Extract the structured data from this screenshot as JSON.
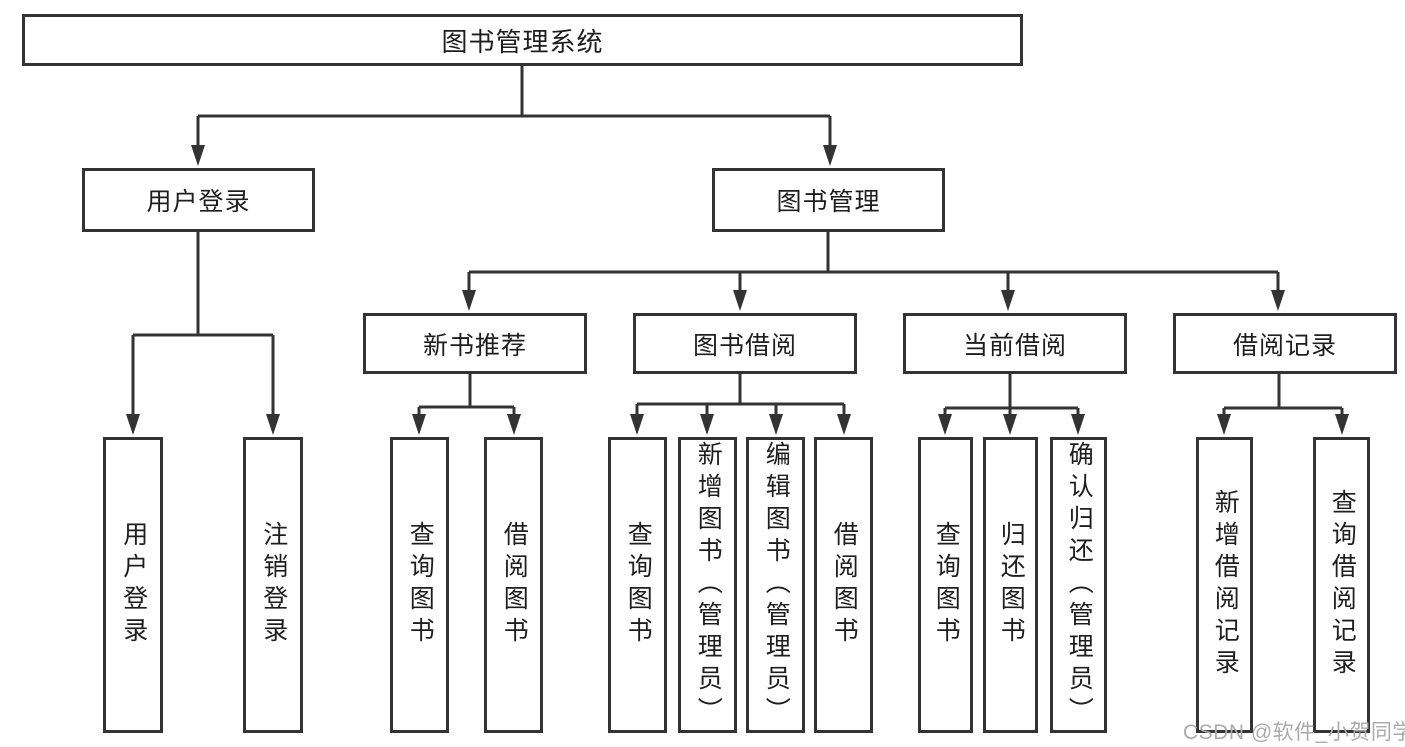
{
  "diagram": {
    "nodes": {
      "root": "图书管理系统",
      "user_login": "用户登录",
      "book_management": "图书管理",
      "new_book_recommend": "新书推荐",
      "book_borrow": "图书借阅",
      "current_borrow": "当前借阅",
      "borrow_records": "借阅记录",
      "ul_user_login": "用户登录",
      "ul_logout": "注销登录",
      "nbr_query_books": "查询图书",
      "nbr_borrow_books": "借阅图书",
      "bb_query_books": "查询图书",
      "bb_add_books_admin": "新增图书（管理员）",
      "bb_edit_books_admin": "编辑图书（管理员）",
      "bb_borrow_books": "借阅图书",
      "cb_query_books": "查询图书",
      "cb_return_books": "归还图书",
      "cb_confirm_return_admin": "确认归还（管理员）",
      "br_add_record": "新增借阅记录",
      "br_query_record": "查询借阅记录"
    },
    "hierarchy": {
      "图书管理系统": [
        "用户登录",
        "图书管理"
      ],
      "用户登录": [
        "用户登录",
        "注销登录"
      ],
      "图书管理": [
        "新书推荐",
        "图书借阅",
        "当前借阅",
        "借阅记录"
      ],
      "新书推荐": [
        "查询图书",
        "借阅图书"
      ],
      "图书借阅": [
        "查询图书",
        "新增图书（管理员）",
        "编辑图书（管理员）",
        "借阅图书"
      ],
      "当前借阅": [
        "查询图书",
        "归还图书",
        "确认归还（管理员）"
      ],
      "借阅记录": [
        "新增借阅记录",
        "查询借阅记录"
      ]
    }
  },
  "watermark": "CSDN @软件_小贺同学",
  "colors": {
    "line": "#333333",
    "text": "#1e1e1e",
    "watermark": "#ababab",
    "background": "#ffffff"
  }
}
